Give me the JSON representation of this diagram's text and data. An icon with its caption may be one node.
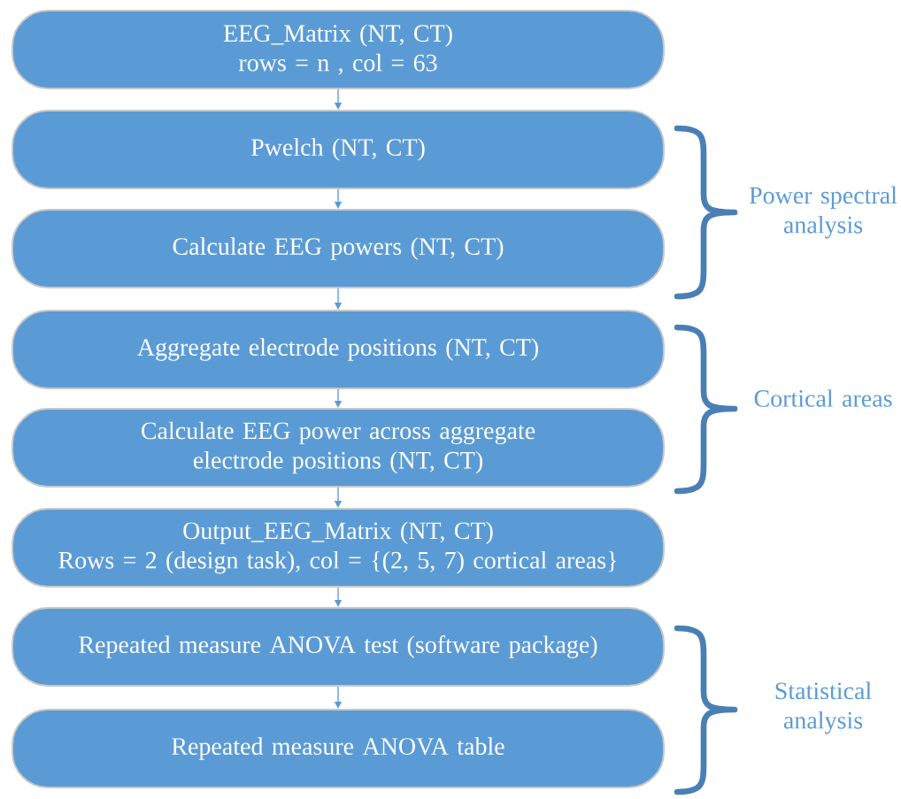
{
  "diagram": {
    "nodes": [
      {
        "text": [
          "EEG_Matrix (NT, CT)",
          "rows = n , col = 63"
        ]
      },
      {
        "text": [
          "Pwelch (NT, CT)"
        ]
      },
      {
        "text": [
          "Calculate EEG powers (NT, CT)"
        ]
      },
      {
        "text": [
          "Aggregate electrode positions (NT, CT)"
        ]
      },
      {
        "text": [
          "Calculate EEG power across aggregate electrode positions (NT, CT)"
        ]
      },
      {
        "text": [
          "Output_EEG_Matrix (NT, CT)",
          "Rows = 2 (design task), col = {(2, 5, 7) cortical areas}"
        ]
      },
      {
        "text": [
          "Repeated measure ANOVA test (software package)"
        ]
      },
      {
        "text": [
          "Repeated measure ANOVA table"
        ]
      }
    ],
    "edges": [
      {
        "from": 0,
        "to": 1,
        "arrow": "to"
      },
      {
        "from": 1,
        "to": 2,
        "arrow": "to"
      },
      {
        "from": 2,
        "to": 3,
        "arrow": "to"
      },
      {
        "from": 3,
        "to": 4,
        "arrow": "to"
      },
      {
        "from": 4,
        "to": 5,
        "arrow": "to"
      },
      {
        "from": 5,
        "to": 6,
        "arrow": "to"
      },
      {
        "from": 6,
        "to": 7,
        "arrow": "to"
      }
    ],
    "labels": [
      "Power spectral analysis",
      "Cortical areas",
      "Statistical analysis"
    ]
  }
}
